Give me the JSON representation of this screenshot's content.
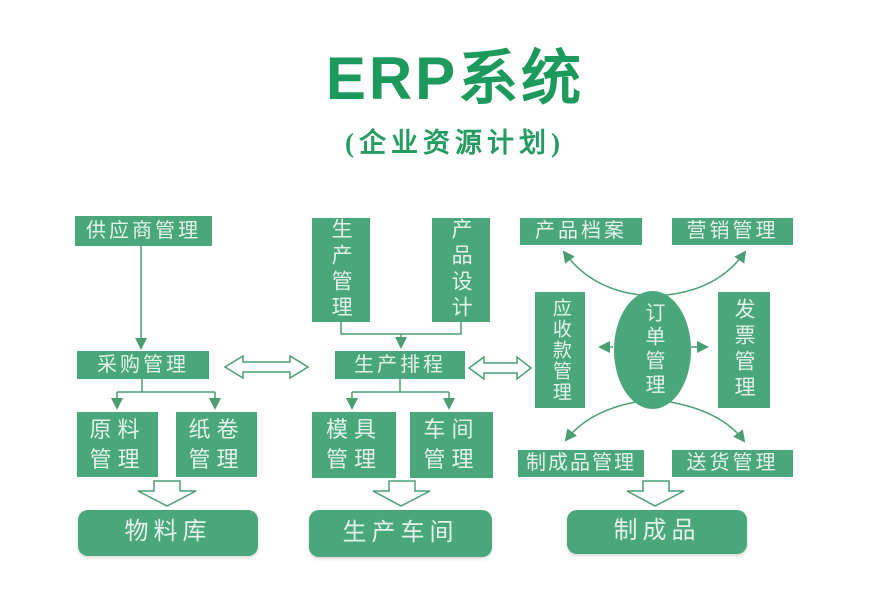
{
  "title": "ERP系统",
  "subtitle": "(企业资源计划)",
  "colors": {
    "box_fill": "#4aa67b",
    "box_text": "#e4f2ea",
    "title_green": "#1c9a5c",
    "line_green": "#4a9e74",
    "background": "#ffffff"
  },
  "nodes": {
    "supplier": {
      "label": "供应商管理"
    },
    "procurement": {
      "label": "采购管理"
    },
    "raw_material": {
      "label": "原料\n管理"
    },
    "paper_roll": {
      "label": "纸卷\n管理"
    },
    "material_warehouse": {
      "label": "物料库"
    },
    "production_mgmt": {
      "label": "生产管理"
    },
    "product_design": {
      "label": "产品设计"
    },
    "production_schedule": {
      "label": "生产排程"
    },
    "mold_mgmt": {
      "label": "模具\n管理"
    },
    "workshop_mgmt": {
      "label": "车间\n管理"
    },
    "production_workshop": {
      "label": "生产车间"
    },
    "product_archive": {
      "label": "产品档案"
    },
    "marketing": {
      "label": "营销管理"
    },
    "receivables": {
      "label": "应收款管理"
    },
    "order_mgmt": {
      "label": "订单管理"
    },
    "invoice": {
      "label": "发票管理"
    },
    "finished_goods_mgmt": {
      "label": "制成品管理"
    },
    "delivery": {
      "label": "送货管理"
    },
    "finished_goods": {
      "label": "制成品"
    }
  }
}
